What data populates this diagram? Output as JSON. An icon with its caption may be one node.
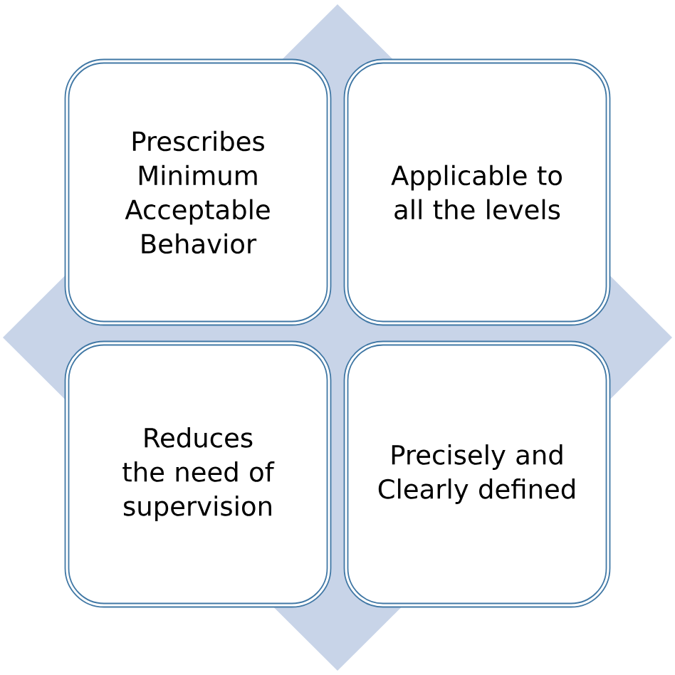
{
  "diagram": {
    "nodes": [
      {
        "text": [
          "Prescribes Minimum Acceptable Behavior"
        ]
      },
      {
        "text": [
          "Applicable to all the levels"
        ]
      },
      {
        "text": [
          "Reduces the need of supervision"
        ]
      },
      {
        "text": [
          "Precisely and Clearly defined"
        ]
      }
    ]
  }
}
